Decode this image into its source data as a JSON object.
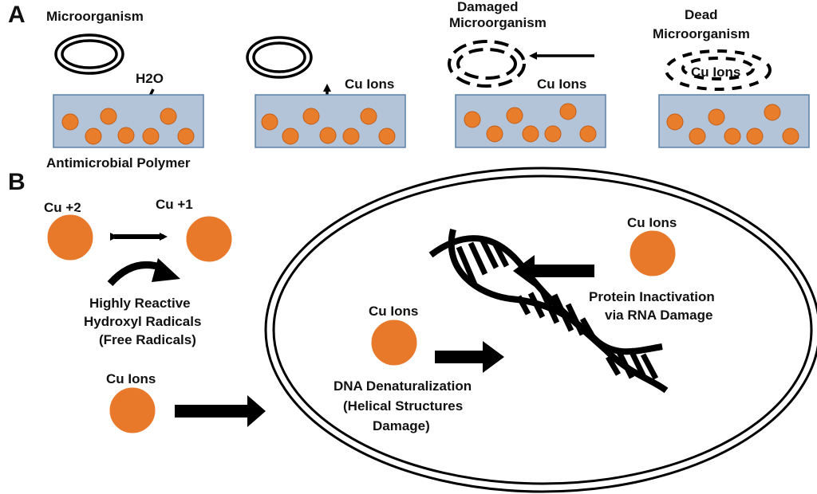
{
  "panel_a": {
    "letter": "A",
    "labels": {
      "microorganism": "Microorganism",
      "h2o": "H2O",
      "polymer": "Antimicrobial Polymer",
      "cu_ions_1": "Cu Ions",
      "damaged_1": "Damaged",
      "damaged_2": "Microorganism",
      "cu_ions_2": "Cu Ions",
      "dead_1": "Dead",
      "dead_2": "Microorganism",
      "cu_ions_3": "Cu Ions"
    }
  },
  "panel_b": {
    "letter": "B",
    "labels": {
      "cu2": "Cu +2",
      "cu1": "Cu +1",
      "radicals_1": "Highly Reactive",
      "radicals_2": "Hydroxyl Radicals",
      "radicals_3": "(Free Radicals)",
      "cu_ions_left": "Cu Ions",
      "cu_ions_center": "Cu Ions",
      "cu_ions_right": "Cu Ions",
      "protein_1": "Protein Inactivation",
      "protein_2": "via RNA Damage",
      "dna_1": "DNA Denaturalization",
      "dna_2": "(Helical Structures",
      "dna_3": "Damage)"
    }
  },
  "colors": {
    "copper": "#e8782a",
    "polymer": "#b3c3d8",
    "polymer_border": "#5b7fa6"
  }
}
